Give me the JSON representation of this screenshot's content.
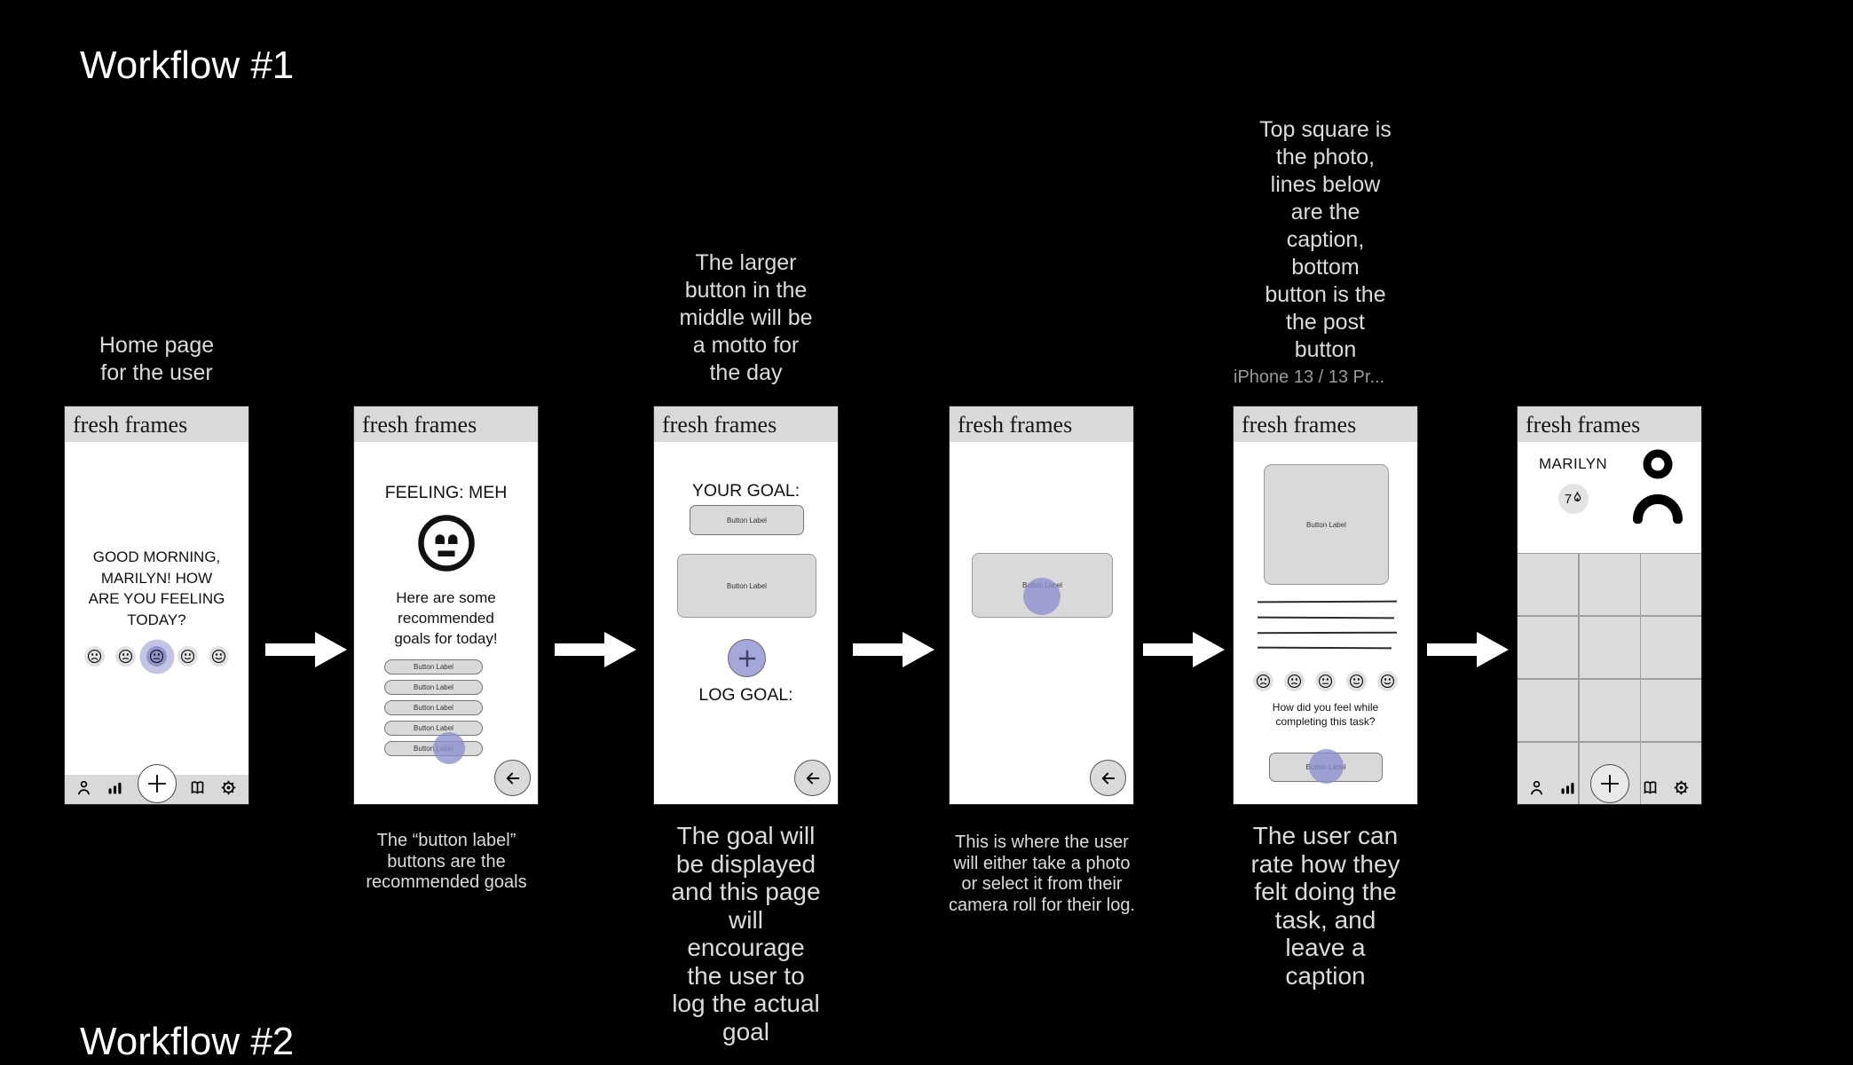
{
  "page": {
    "title": "Workflow #1",
    "next_title": "Workflow #2"
  },
  "app": {
    "header": "fresh frames",
    "button_label": "Button Label"
  },
  "device": {
    "label": "iPhone 13 / 13 Pr..."
  },
  "colors": {
    "accent_purple": "#9193c9",
    "surface_gray": "#d9d9d9",
    "canvas": "#000000"
  },
  "notes": {
    "home_above": "Home page\nfor the user",
    "motto_above": "The larger\nbutton in the\nmiddle will be\na motto for\nthe day",
    "post_above": "Top square is\nthe photo,\nlines below\nare the\ncaption,\nbottom\nbutton is the\nthe post\nbutton",
    "goals_below": "The “button label”\nbuttons are the\nrecommended goals",
    "goal_below": "The goal will\nbe displayed\nand this page\nwill\nencourage\nthe user to\nlog the actual\ngoal",
    "photo_below": "This is where the user\nwill either take a photo\nor select it from their\ncamera roll for their log.",
    "rate_below": "The user can\nrate how they\nfelt doing the\ntask, and\nleave a\ncaption"
  },
  "screens": {
    "home": {
      "greeting": "GOOD MORNING,\nMARILYN! HOW\nARE YOU FEELING\nTODAY?"
    },
    "goals": {
      "feeling": "FEELING: MEH",
      "intro": "Here are some\nrecommended\ngoals for today!"
    },
    "goal": {
      "your_goal": "YOUR GOAL:",
      "log_goal": "LOG GOAL:"
    },
    "rate": {
      "question": "How did you feel while\ncompleting this task?"
    },
    "profile": {
      "name": "MARILYN",
      "streak_count": "7"
    }
  }
}
